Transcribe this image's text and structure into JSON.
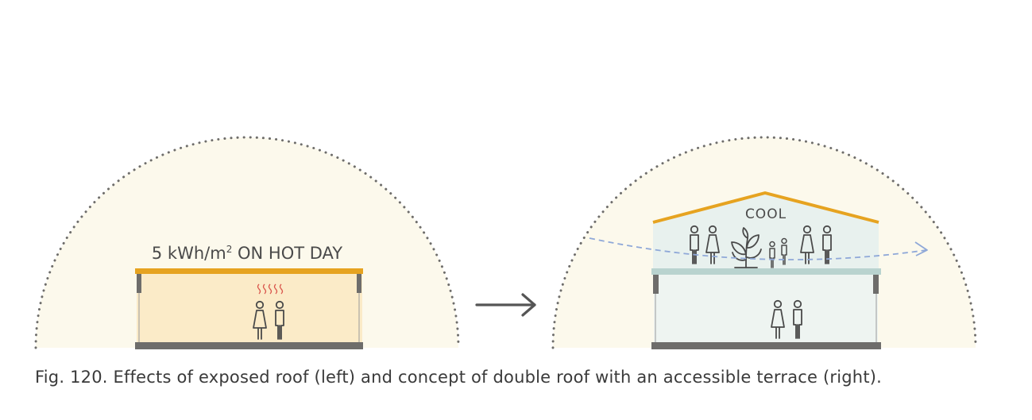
{
  "left_panel": {
    "energy_label_main": "5 kWh/m",
    "energy_label_sup": "2",
    "energy_label_rest": " ON HOT DAY"
  },
  "right_panel": {
    "cool_label": "COOL"
  },
  "caption": "Fig. 120. Effects of exposed roof (left) and concept of double roof with an accessible terrace (right).",
  "colors": {
    "sky": "#fcf9ec",
    "roof_orange": "#e6a320",
    "hot_interior": "#fbebc8",
    "cool_interior": "#eef4f1",
    "terrace_slab": "#b9d3cf",
    "floor": "#6e6d6b",
    "airflow": "#8fa8d8",
    "heat_waves": "#d9534a",
    "figure_stroke": "#4a4a4a"
  },
  "icons": [
    "person-icon",
    "plant-icon",
    "heat-waves-icon",
    "arrow-icon"
  ]
}
